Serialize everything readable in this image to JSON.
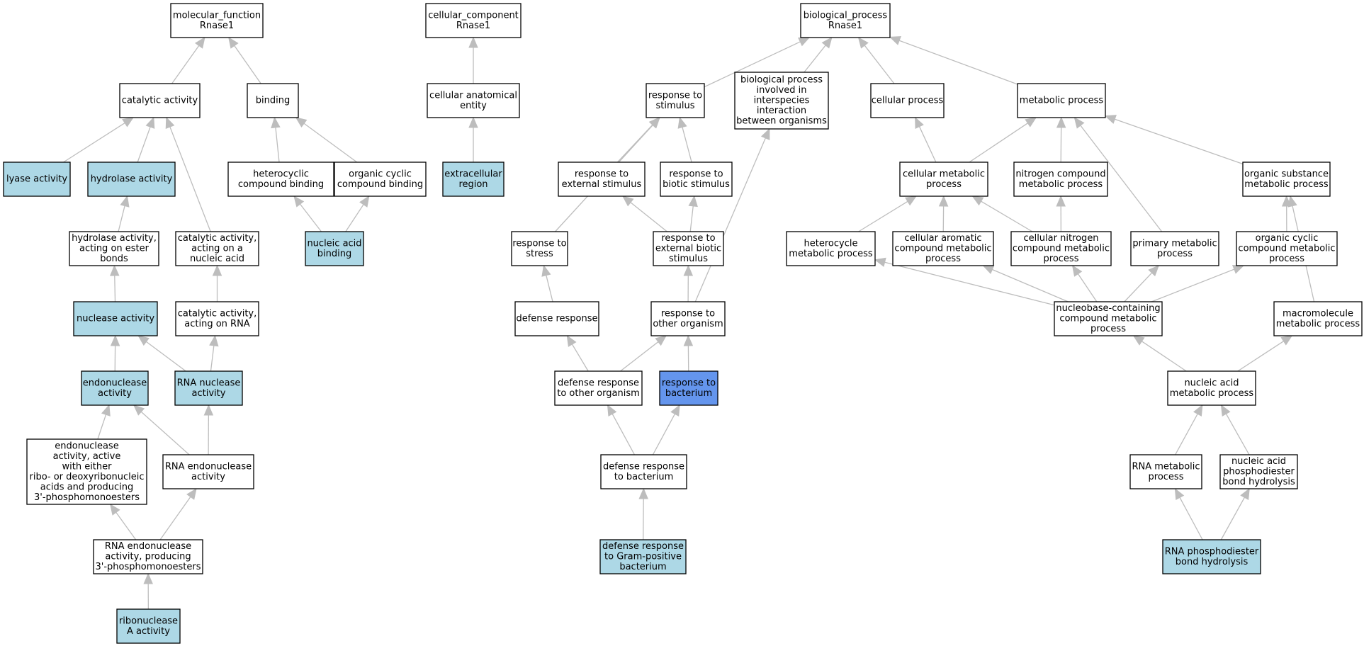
{
  "colors": {
    "plain": "#ffffff",
    "annotated": "#add8e6",
    "query": "#6495ed",
    "border": "#000000",
    "edge": "#bdbdbd"
  },
  "nodes": [
    {
      "id": "mf",
      "lines": [
        "molecular_function",
        "Rnase1"
      ],
      "fill": "plain"
    },
    {
      "id": "cat",
      "lines": [
        "catalytic activity"
      ],
      "fill": "plain"
    },
    {
      "id": "binding",
      "lines": [
        "binding"
      ],
      "fill": "plain"
    },
    {
      "id": "lyase",
      "lines": [
        "lyase activity"
      ],
      "fill": "annotated"
    },
    {
      "id": "hydrolase",
      "lines": [
        "hydrolase activity"
      ],
      "fill": "annotated"
    },
    {
      "id": "hetbind",
      "lines": [
        "heterocyclic",
        "compound binding"
      ],
      "fill": "plain"
    },
    {
      "id": "orgcycbind",
      "lines": [
        "organic cyclic",
        "compound binding"
      ],
      "fill": "plain"
    },
    {
      "id": "hydroester",
      "lines": [
        "hydrolase activity,",
        "acting on ester",
        "bonds"
      ],
      "fill": "plain"
    },
    {
      "id": "catnuc",
      "lines": [
        "catalytic activity,",
        "acting on a",
        "nucleic acid"
      ],
      "fill": "plain"
    },
    {
      "id": "nucbind",
      "lines": [
        "nucleic acid",
        "binding"
      ],
      "fill": "annotated"
    },
    {
      "id": "nuclease",
      "lines": [
        "nuclease activity"
      ],
      "fill": "annotated"
    },
    {
      "id": "catrna",
      "lines": [
        "catalytic activity,",
        "acting on RNA"
      ],
      "fill": "plain"
    },
    {
      "id": "endonuc",
      "lines": [
        "endonuclease",
        "activity"
      ],
      "fill": "annotated"
    },
    {
      "id": "rnanuc",
      "lines": [
        "RNA nuclease",
        "activity"
      ],
      "fill": "annotated"
    },
    {
      "id": "endoboth",
      "lines": [
        "endonuclease",
        "activity, active",
        "with either",
        "ribo- or deoxyribonucleic",
        "acids and producing",
        "3'-phosphomonoesters"
      ],
      "fill": "plain"
    },
    {
      "id": "rnaendo",
      "lines": [
        "RNA endonuclease",
        "activity"
      ],
      "fill": "plain"
    },
    {
      "id": "rnaendo3",
      "lines": [
        "RNA endonuclease",
        "activity, producing",
        "3'-phosphomonoesters"
      ],
      "fill": "plain"
    },
    {
      "id": "ribA",
      "lines": [
        "ribonuclease",
        "A activity"
      ],
      "fill": "annotated"
    },
    {
      "id": "cc",
      "lines": [
        "cellular_component",
        "Rnase1"
      ],
      "fill": "plain"
    },
    {
      "id": "cae",
      "lines": [
        "cellular anatomical",
        "entity"
      ],
      "fill": "plain"
    },
    {
      "id": "extra",
      "lines": [
        "extracellular",
        "region"
      ],
      "fill": "annotated"
    },
    {
      "id": "bp",
      "lines": [
        "biological_process",
        "Rnase1"
      ],
      "fill": "plain"
    },
    {
      "id": "respstim",
      "lines": [
        "response to",
        "stimulus"
      ],
      "fill": "plain"
    },
    {
      "id": "interspec",
      "lines": [
        "biological process",
        "involved in",
        "interspecies",
        "interaction",
        "between organisms"
      ],
      "fill": "plain"
    },
    {
      "id": "cellproc",
      "lines": [
        "cellular process"
      ],
      "fill": "plain"
    },
    {
      "id": "metab",
      "lines": [
        "metabolic process"
      ],
      "fill": "plain"
    },
    {
      "id": "respext",
      "lines": [
        "response to",
        "external stimulus"
      ],
      "fill": "plain"
    },
    {
      "id": "respbio",
      "lines": [
        "response to",
        "biotic stimulus"
      ],
      "fill": "plain"
    },
    {
      "id": "cellmetab",
      "lines": [
        "cellular metabolic",
        "process"
      ],
      "fill": "plain"
    },
    {
      "id": "nitro",
      "lines": [
        "nitrogen compound",
        "metabolic process"
      ],
      "fill": "plain"
    },
    {
      "id": "orgsub",
      "lines": [
        "organic substance",
        "metabolic process"
      ],
      "fill": "plain"
    },
    {
      "id": "respstress",
      "lines": [
        "response to",
        "stress"
      ],
      "fill": "plain"
    },
    {
      "id": "respextbio",
      "lines": [
        "response to",
        "external biotic",
        "stimulus"
      ],
      "fill": "plain"
    },
    {
      "id": "hetmetab",
      "lines": [
        "heterocycle",
        "metabolic process"
      ],
      "fill": "plain"
    },
    {
      "id": "cellarom",
      "lines": [
        "cellular aromatic",
        "compound metabolic",
        "process"
      ],
      "fill": "plain"
    },
    {
      "id": "cellnitro",
      "lines": [
        "cellular nitrogen",
        "compound metabolic",
        "process"
      ],
      "fill": "plain"
    },
    {
      "id": "primary",
      "lines": [
        "primary metabolic",
        "process"
      ],
      "fill": "plain"
    },
    {
      "id": "orgcycmetab",
      "lines": [
        "organic cyclic",
        "compound metabolic",
        "process"
      ],
      "fill": "plain"
    },
    {
      "id": "defresp",
      "lines": [
        "defense response"
      ],
      "fill": "plain"
    },
    {
      "id": "respother",
      "lines": [
        "response to",
        "other organism"
      ],
      "fill": "plain"
    },
    {
      "id": "nucleobase",
      "lines": [
        "nucleobase-containing",
        "compound metabolic",
        "process"
      ],
      "fill": "plain"
    },
    {
      "id": "macromol",
      "lines": [
        "macromolecule",
        "metabolic process"
      ],
      "fill": "plain"
    },
    {
      "id": "defother",
      "lines": [
        "defense response",
        "to other organism"
      ],
      "fill": "plain"
    },
    {
      "id": "respbact",
      "lines": [
        "response to",
        "bacterium"
      ],
      "fill": "query"
    },
    {
      "id": "nucacidmetab",
      "lines": [
        "nucleic acid",
        "metabolic process"
      ],
      "fill": "plain"
    },
    {
      "id": "defbact",
      "lines": [
        "defense response",
        "to bacterium"
      ],
      "fill": "plain"
    },
    {
      "id": "rnametab",
      "lines": [
        "RNA metabolic",
        "process"
      ],
      "fill": "plain"
    },
    {
      "id": "nucphos",
      "lines": [
        "nucleic acid",
        "phosphodiester",
        "bond hydrolysis"
      ],
      "fill": "plain"
    },
    {
      "id": "defgram",
      "lines": [
        "defense response",
        "to Gram-positive",
        "bacterium"
      ],
      "fill": "annotated"
    },
    {
      "id": "rnaphos",
      "lines": [
        "RNA phosphodiester",
        "bond hydrolysis"
      ],
      "fill": "annotated"
    }
  ],
  "edges": [
    [
      "cat",
      "mf"
    ],
    [
      "binding",
      "mf"
    ],
    [
      "lyase",
      "cat"
    ],
    [
      "hydrolase",
      "cat"
    ],
    [
      "catnuc",
      "cat"
    ],
    [
      "hetbind",
      "binding"
    ],
    [
      "orgcycbind",
      "binding"
    ],
    [
      "nucbind",
      "hetbind"
    ],
    [
      "nucbind",
      "orgcycbind"
    ],
    [
      "hydroester",
      "hydrolase"
    ],
    [
      "nuclease",
      "hydroester"
    ],
    [
      "catrna",
      "catnuc"
    ],
    [
      "endonuc",
      "nuclease"
    ],
    [
      "rnanuc",
      "nuclease"
    ],
    [
      "rnanuc",
      "catrna"
    ],
    [
      "endoboth",
      "endonuc"
    ],
    [
      "rnaendo",
      "endonuc"
    ],
    [
      "rnaendo",
      "rnanuc"
    ],
    [
      "rnaendo3",
      "endoboth"
    ],
    [
      "rnaendo3",
      "rnaendo"
    ],
    [
      "ribA",
      "rnaendo3"
    ],
    [
      "cae",
      "cc"
    ],
    [
      "extra",
      "cae"
    ],
    [
      "respstim",
      "bp"
    ],
    [
      "interspec",
      "bp"
    ],
    [
      "cellproc",
      "bp"
    ],
    [
      "metab",
      "bp"
    ],
    [
      "respext",
      "respstim"
    ],
    [
      "respbio",
      "respstim"
    ],
    [
      "respstress",
      "respstim"
    ],
    [
      "respextbio",
      "respext"
    ],
    [
      "respextbio",
      "respbio"
    ],
    [
      "respother",
      "respextbio"
    ],
    [
      "respother",
      "interspec"
    ],
    [
      "defresp",
      "respstress"
    ],
    [
      "defother",
      "defresp"
    ],
    [
      "defother",
      "respother"
    ],
    [
      "respbact",
      "respother"
    ],
    [
      "defbact",
      "defother"
    ],
    [
      "defbact",
      "respbact"
    ],
    [
      "defgram",
      "defbact"
    ],
    [
      "cellmetab",
      "cellproc"
    ],
    [
      "cellmetab",
      "metab"
    ],
    [
      "nitro",
      "metab"
    ],
    [
      "orgsub",
      "metab"
    ],
    [
      "primary",
      "metab"
    ],
    [
      "hetmetab",
      "cellmetab"
    ],
    [
      "cellarom",
      "cellmetab"
    ],
    [
      "cellnitro",
      "cellmetab"
    ],
    [
      "cellnitro",
      "nitro"
    ],
    [
      "orgcycmetab",
      "orgsub"
    ],
    [
      "macromol",
      "orgsub"
    ],
    [
      "nucleobase",
      "hetmetab"
    ],
    [
      "nucleobase",
      "cellarom"
    ],
    [
      "nucleobase",
      "cellnitro"
    ],
    [
      "nucleobase",
      "primary"
    ],
    [
      "nucleobase",
      "orgcycmetab"
    ],
    [
      "nucacidmetab",
      "nucleobase"
    ],
    [
      "nucacidmetab",
      "macromol"
    ],
    [
      "rnametab",
      "nucacidmetab"
    ],
    [
      "nucphos",
      "nucacidmetab"
    ],
    [
      "rnaphos",
      "rnametab"
    ],
    [
      "rnaphos",
      "nucphos"
    ]
  ]
}
